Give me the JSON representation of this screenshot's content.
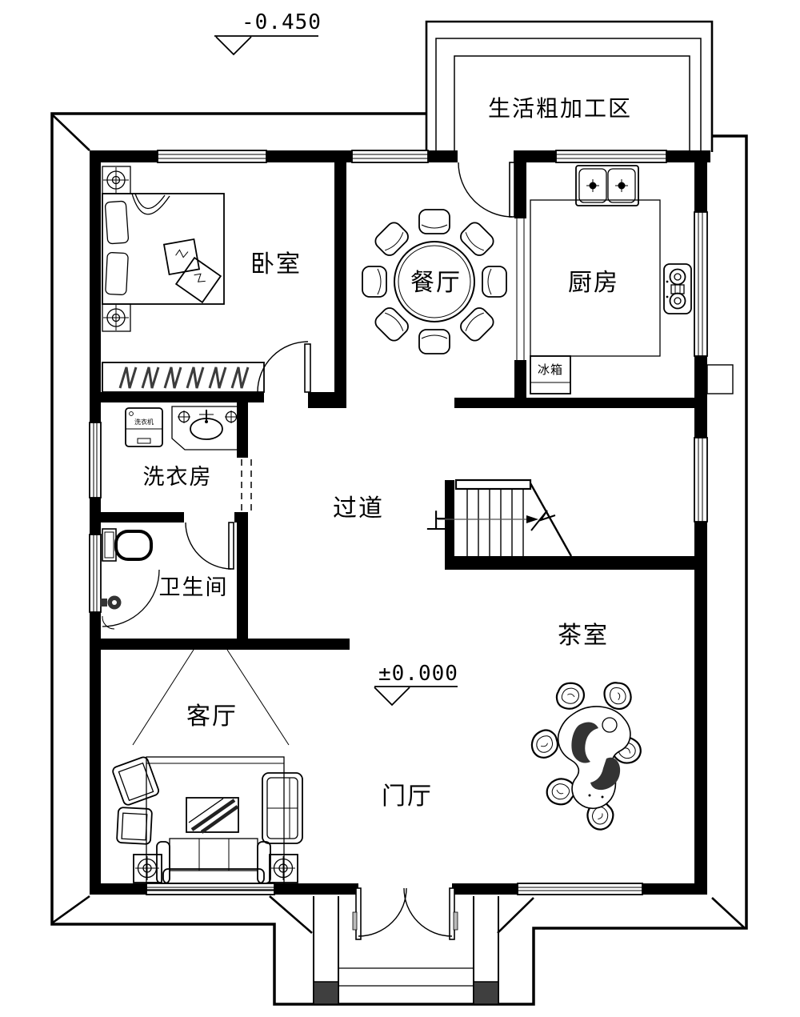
{
  "plan": {
    "rooms": {
      "processing_area": "生活粗加工区",
      "bedroom": "卧室",
      "dining_room": "餐厅",
      "kitchen": "厨房",
      "fridge": "冰箱",
      "washer": "洗衣机",
      "laundry_room": "洗衣房",
      "corridor": "过道",
      "stairs_up": "上",
      "bathroom": "卫生间",
      "tea_room": "茶室",
      "living_room": "客厅",
      "foyer": "门厅"
    },
    "elevations": {
      "porch": "-0.450",
      "ground": "±0.000"
    },
    "colors": {
      "line": "#000000",
      "column_fill": "#3f3f3f",
      "background": "#ffffff",
      "furniture_gray": "#3c3c3c"
    }
  }
}
